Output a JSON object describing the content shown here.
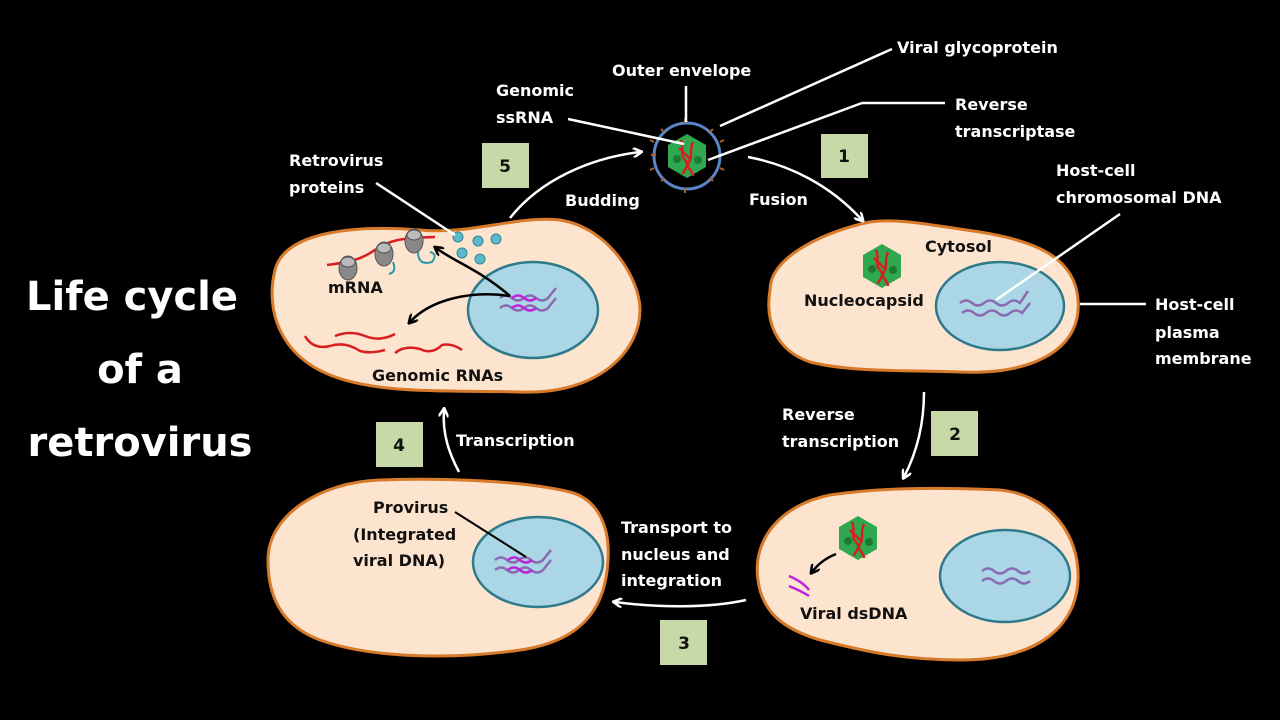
{
  "title": {
    "line1": "Life cycle",
    "line2": "of a",
    "line3": "retrovirus"
  },
  "colors": {
    "background": "#000000",
    "cell_fill": "#fde4cf",
    "cell_membrane": "#d77a2a",
    "nucleus_fill": "#aad6e6",
    "nucleus_border": "#2e7a8a",
    "step_box": "#c6d9a7",
    "capsid": "#2fa84f",
    "envelope": "#5b86c4",
    "rna": "#d81e1e",
    "viral_dna": "#c020e0",
    "host_dna": "#8a6ab0"
  },
  "steps": [
    {
      "number": "1",
      "label": "Fusion"
    },
    {
      "number": "2",
      "label_line1": "Reverse",
      "label_line2": "transcription"
    },
    {
      "number": "3",
      "label_line1": "Transport to",
      "label_line2": "nucleus and",
      "label_line3": "integration"
    },
    {
      "number": "4",
      "label": "Transcription"
    },
    {
      "number": "5",
      "label": "Budding"
    }
  ],
  "virion_labels": {
    "outer_envelope": "Outer envelope",
    "genomic_ssrna_line1": "Genomic",
    "genomic_ssrna_line2": "ssRNA",
    "viral_glycoprotein": "Viral glycoprotein",
    "reverse_transcriptase_line1": "Reverse",
    "reverse_transcriptase_line2": "transcriptase"
  },
  "cell_labels": {
    "cytosol": "Cytosol",
    "nucleocapsid": "Nucleocapsid",
    "host_chromosomal_dna_line1": "Host-cell",
    "host_chromosomal_dna_line2": "chromosomal DNA",
    "plasma_membrane_line1": "Host-cell",
    "plasma_membrane_line2": "plasma",
    "plasma_membrane_line3": "membrane",
    "viral_dsdna": "Viral dsDNA",
    "provirus_line1": "Provirus",
    "provirus_line2": "(Integrated",
    "provirus_line3": "viral DNA)",
    "retrovirus_proteins_line1": "Retrovirus",
    "retrovirus_proteins_line2": "proteins",
    "mrna": "mRNA",
    "genomic_rnas": "Genomic RNAs"
  }
}
